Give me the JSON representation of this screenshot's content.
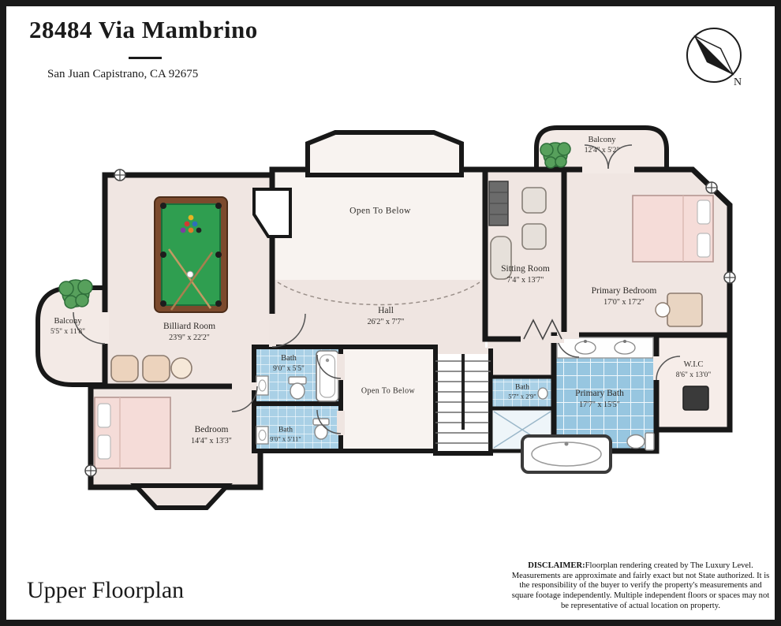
{
  "header": {
    "title": "28484 Via Mambrino",
    "subtitle": "San Juan Capistrano, CA 92675"
  },
  "compass": {
    "north_label": "N"
  },
  "rooms": {
    "balcony_top": {
      "name": "Balcony",
      "dims": "12'4\" x 5'2\""
    },
    "open_to_below_top": {
      "name": "Open To Below"
    },
    "sitting_room": {
      "name": "Sitting Room",
      "dims": "7'4\" x 13'7\""
    },
    "primary_bedroom": {
      "name": "Primary Bedroom",
      "dims": "17'0\" x 17'2\""
    },
    "balcony_left": {
      "name": "Balcony",
      "dims": "5'5\" x 11'8\""
    },
    "billiard_room": {
      "name": "Billiard Room",
      "dims": "23'9\" x 22'2\""
    },
    "hall": {
      "name": "Hall",
      "dims": "26'2\" x 7'7\""
    },
    "bath_upper": {
      "name": "Bath",
      "dims": "9'0\" x 5'5\""
    },
    "open_to_below_mid": {
      "name": "Open To Below"
    },
    "bath_small": {
      "name": "Bath",
      "dims": "5'7\" x 2'9\""
    },
    "primary_bath": {
      "name": "Primary Bath",
      "dims": "17'7\" x 15'5\""
    },
    "wic": {
      "name": "W.I.C",
      "dims": "8'6\" x 13'0\""
    },
    "bedroom": {
      "name": "Bedroom",
      "dims": "14'4\" x 13'3\""
    },
    "bath_lower": {
      "name": "Bath",
      "dims": "9'0\" x 5'11\""
    }
  },
  "footer": {
    "title": "Upper Floorplan",
    "disclaimer_label": "DISCLAIMER:",
    "disclaimer_text": "Floorplan rendering created by The Luxury Level. Measurements are approximate and fairly exact but not State authorized. It is the responsibility of the buyer to verify the property's measurements and square footage independently. Multiple independent floors or spaces may not be representative of actual location on property."
  },
  "colors": {
    "wall": "#1a1a1a",
    "room_fill": "#f0e6e2",
    "bath_tile": "#a9d0e6",
    "pool_table": "#2f9e50",
    "plant": "#57a05c"
  }
}
